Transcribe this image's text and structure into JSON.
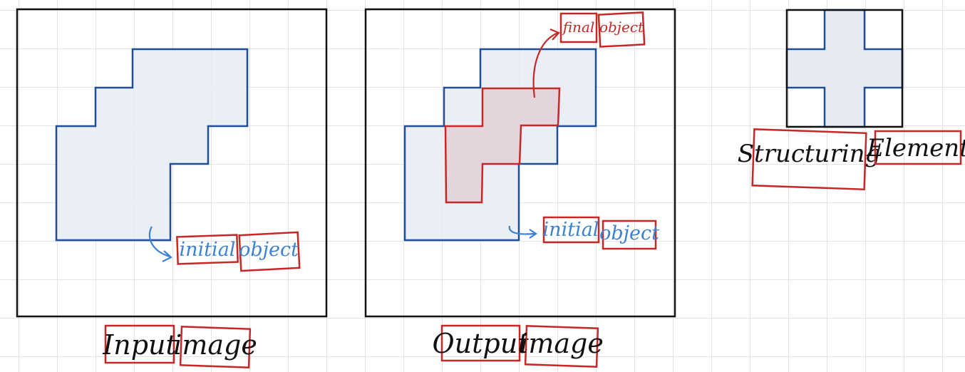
{
  "colors": {
    "fill": "#e6ebf3",
    "outline": "#1f4e96",
    "highlight": "#c62828",
    "final_fill": "#e2d2d8",
    "annotation": "#3b82d6",
    "frame": "#111111"
  },
  "panels": {
    "input": {
      "caption_word1": "Input",
      "caption_word2": "image",
      "annotation_word1": "initial",
      "annotation_word2": "object"
    },
    "output": {
      "caption_word1": "Output",
      "caption_word2": "image",
      "annotation_word1": "initial",
      "annotation_word2": "object",
      "final_word1": "final",
      "final_word2": "object"
    },
    "structuring_element": {
      "caption_word1": "Structuring",
      "caption_word2": "Element"
    }
  }
}
